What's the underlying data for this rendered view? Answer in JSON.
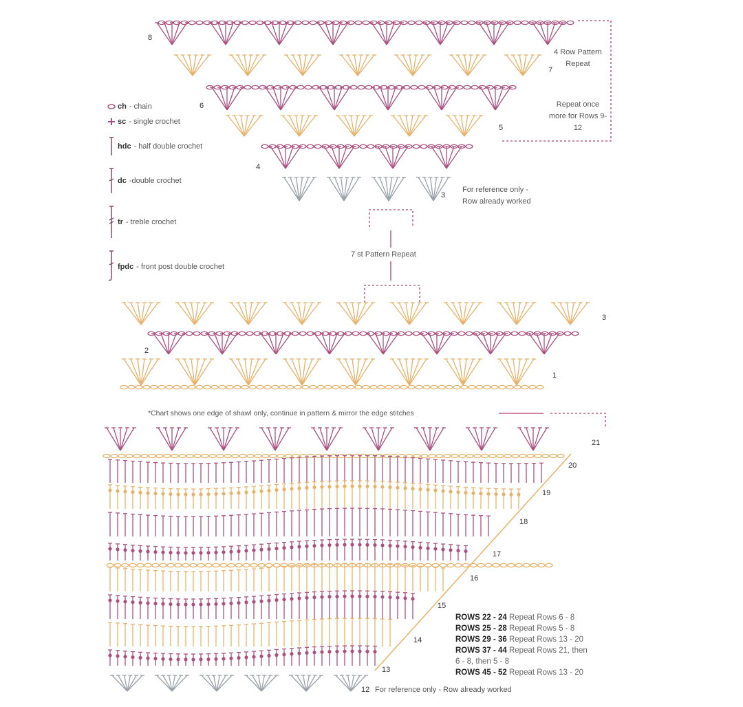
{
  "colors": {
    "magenta": "#a9507f",
    "orange": "#e6b26a",
    "gray": "#9aa1a8",
    "dash": "#b0406a",
    "text": "#555555"
  },
  "legend": [
    {
      "abbr": "ch",
      "desc": "- chain",
      "icon": "oval-icon"
    },
    {
      "abbr": "sc",
      "desc": "- single crochet",
      "icon": "plus-icon"
    },
    {
      "abbr": "hdc",
      "desc": "- half double crochet",
      "icon": "t-bar-icon"
    },
    {
      "abbr": "dc",
      "desc": "-double crochet",
      "icon": "t-bar-slash-icon"
    },
    {
      "abbr": "tr",
      "desc": "- treble crochet",
      "icon": "t-bar-double-slash-icon"
    },
    {
      "abbr": "fpdc",
      "desc": "- front post double crochet",
      "icon": "hook-icon"
    }
  ],
  "notes": {
    "four_row_repeat": "4 Row Pattern Repeat",
    "repeat_once": "Repeat once more for Rows 9-12",
    "reference_top": "For reference only - Row already worked",
    "st_repeat": "7 st Pattern Repeat",
    "footnote": "*Chart shows one edge of shawl only, continue in pattern & mirror the edge stitches",
    "reference_bottom": "For reference only - Row already worked"
  },
  "row_numbers": {
    "r8": "8",
    "r7": "7",
    "r6": "6",
    "r5": "5",
    "r4": "4",
    "r3a": "3",
    "r3b": "3",
    "r2": "2",
    "r1": "1",
    "r21": "21",
    "r20": "20",
    "r19": "19",
    "r18": "18",
    "r17": "17",
    "r16": "16",
    "r15": "15",
    "r14": "14",
    "r13": "13",
    "r12": "12"
  },
  "rows_list": [
    {
      "bold": "ROWS 22 - 24",
      "text": "Repeat Rows 6 - 8"
    },
    {
      "bold": "ROWS 25 - 28",
      "text": "Repeat Rows 5 - 8"
    },
    {
      "bold": "ROWS 29 - 36",
      "text": "Repeat Rows 13 - 20"
    },
    {
      "bold": "ROWS 37 - 44",
      "text": "Repeat Rows 21, then"
    },
    {
      "bold": "",
      "text": "6 - 8, then 5 - 8"
    },
    {
      "bold": "ROWS 45 - 52",
      "text": "Repeat Rows 13 - 20"
    }
  ]
}
